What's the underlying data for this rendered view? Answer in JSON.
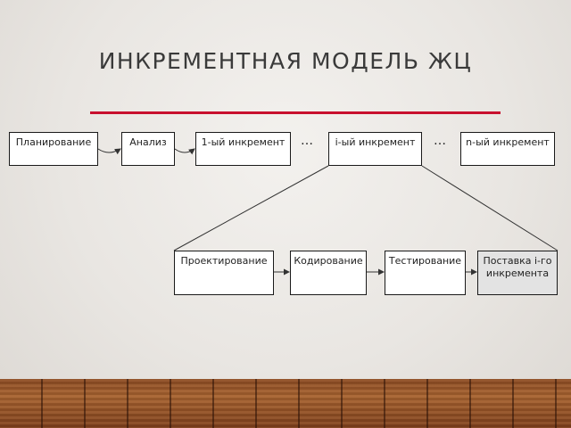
{
  "title": "ИНКРЕМЕНТНАЯ МОДЕЛЬ ЖЦ",
  "accent_color": "#c8102e",
  "top_row": {
    "planning": "Планирование",
    "analysis": "Анализ",
    "increment_1": "1-ый инкремент",
    "dots_1": "…",
    "increment_i": "i-ый инкремент",
    "dots_2": "…",
    "increment_n": "n-ый инкремент"
  },
  "bottom_row": {
    "design": "Проектирование",
    "coding": "Кодирование",
    "testing": "Тестирование",
    "delivery": "Поставка i-го инкремента"
  }
}
